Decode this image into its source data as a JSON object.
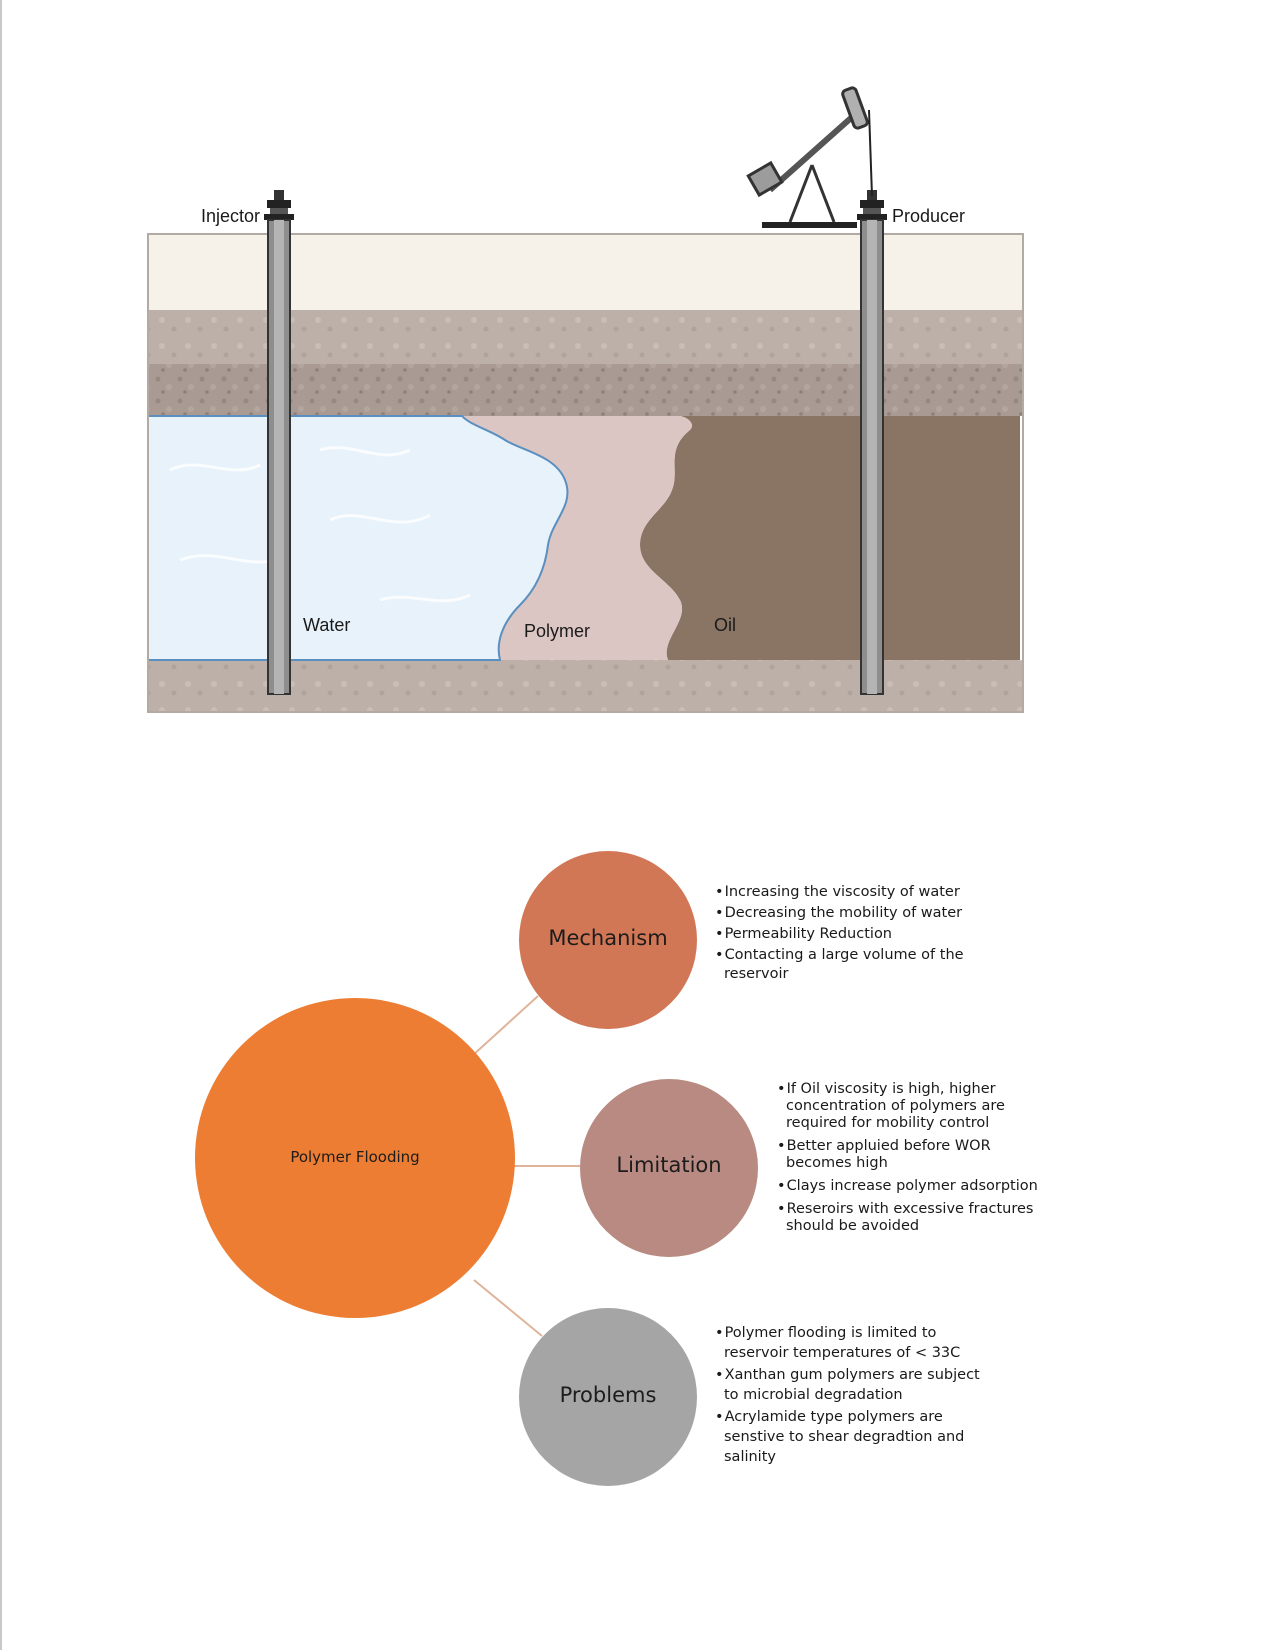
{
  "reservoir": {
    "injector_label": "Injector",
    "producer_label": "Producer",
    "zones": [
      {
        "label": "Water",
        "color": "#e7f2fb"
      },
      {
        "label": "Polymer",
        "color": "#dcc6c4"
      },
      {
        "label": "Oil",
        "color": "#8a7565"
      }
    ],
    "icons": [
      "injector-well-icon",
      "producer-well-icon",
      "pumpjack-icon"
    ]
  },
  "mindmap": {
    "center": {
      "label": "Polymer Flooding",
      "color": "#ec7d33"
    },
    "branches": [
      {
        "label": "Mechanism",
        "color": "#d17756",
        "points": [
          "Increasing the viscosity of water",
          "Decreasing the mobility of water",
          "Permeability Reduction",
          "Contacting a large volume of the reservoir"
        ]
      },
      {
        "label": "Limitation",
        "color": "#b98a81",
        "points": [
          "If Oil viscosity is high, higher concentration of polymers are required for mobility control",
          "Better appluied before WOR becomes high",
          "Clays increase polymer adsorption",
          "Reseroirs with excessive fractures should be avoided"
        ]
      },
      {
        "label": "Problems",
        "color": "#a5a5a5",
        "points": [
          "Polymer flooding is limited to reservoir temperatures of < 33C",
          "Xanthan gum polymers are subject to microbial degradation",
          "Acrylamide type polymers are senstive to shear degradtion and salinity"
        ]
      }
    ]
  }
}
